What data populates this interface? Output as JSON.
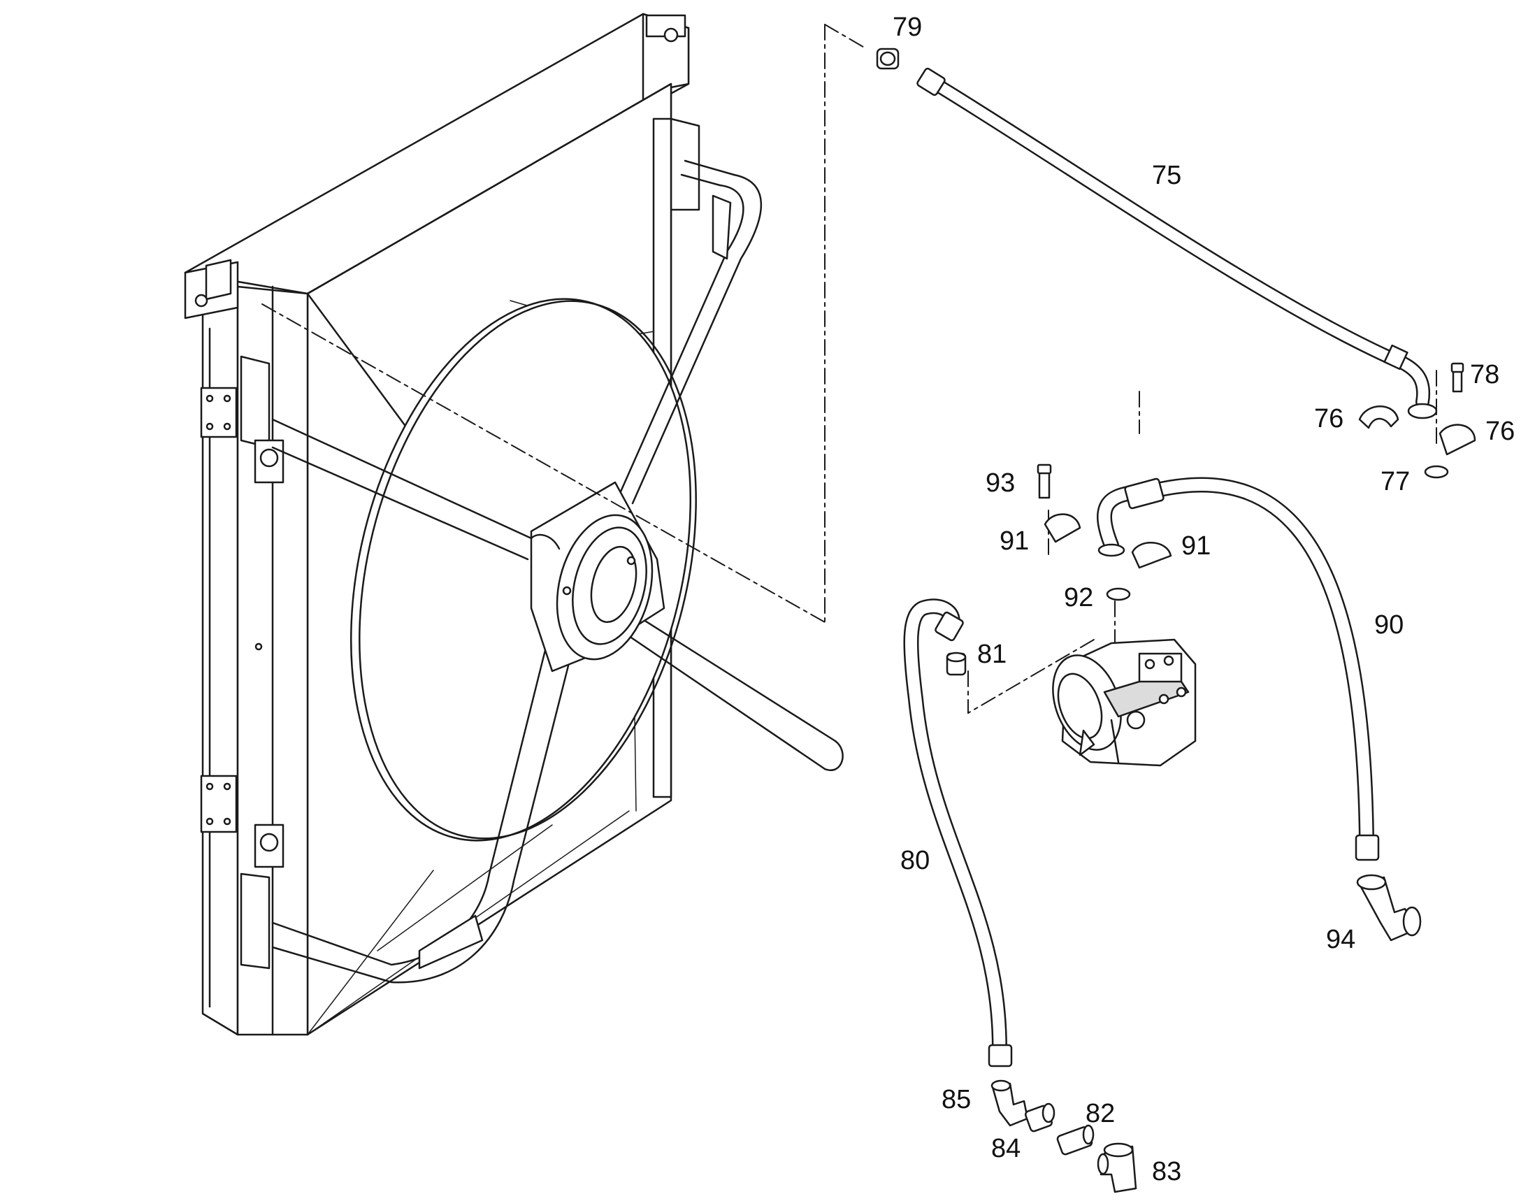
{
  "colors": {
    "line": "#1a1a1a",
    "fill": "#ffffff",
    "shade": "#dcdcdc"
  },
  "callouts": [
    {
      "id": "79",
      "text": "79"
    },
    {
      "id": "75",
      "text": "75"
    },
    {
      "id": "78",
      "text": "78"
    },
    {
      "id": "76a",
      "text": "76"
    },
    {
      "id": "76b",
      "text": "76"
    },
    {
      "id": "77",
      "text": "77"
    },
    {
      "id": "93",
      "text": "93"
    },
    {
      "id": "91a",
      "text": "91"
    },
    {
      "id": "91b",
      "text": "91"
    },
    {
      "id": "92",
      "text": "92"
    },
    {
      "id": "90",
      "text": "90"
    },
    {
      "id": "81",
      "text": "81"
    },
    {
      "id": "80",
      "text": "80"
    },
    {
      "id": "94",
      "text": "94"
    },
    {
      "id": "85",
      "text": "85"
    },
    {
      "id": "82",
      "text": "82"
    },
    {
      "id": "84",
      "text": "84"
    },
    {
      "id": "83",
      "text": "83"
    }
  ]
}
